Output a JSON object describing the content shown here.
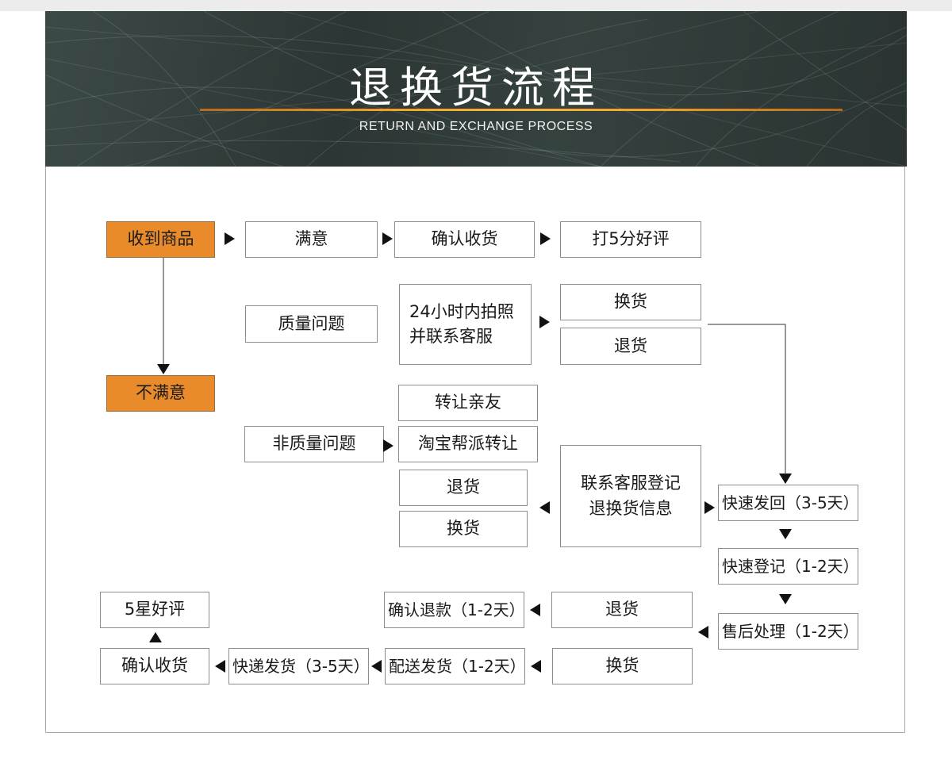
{
  "banner": {
    "title": "退换货流程",
    "subtitle": "RETURN AND EXCHANGE PROCESS"
  },
  "nodes": {
    "received": "收到商品",
    "satisfied": "满意",
    "confirm_receipt_top": "确认收货",
    "five_star_review_top": "打5分好评",
    "quality_issue": "质量问题",
    "photo_contact": "24小时内拍照\n并联系客服",
    "exchange_top": "换货",
    "return_top": "退货",
    "unsatisfied": "不满意",
    "transfer_friends": "转让亲友",
    "non_quality_issue": "非质量问题",
    "taobao_transfer": "淘宝帮派转让",
    "return_mid": "退货",
    "exchange_mid": "换货",
    "register_info": "联系客服登记\n退换货信息",
    "ship_back": "快速发回（3-5天）",
    "quick_register": "快速登记（1-2天）",
    "after_sales": "售后处理（1-2天）",
    "return_bottom": "退货",
    "confirm_refund": "确认退款（1-2天）",
    "five_star_review_bottom": "5星好评",
    "exchange_bottom": "换货",
    "ship_out": "配送发货（1-2天）",
    "express_ship": "快递发货（3-5天）",
    "confirm_receipt_bottom": "确认收货"
  },
  "colors": {
    "accent_orange": "#e98b2a",
    "banner_line": "#f4a12a",
    "banner_bg": "#2f3a38"
  }
}
